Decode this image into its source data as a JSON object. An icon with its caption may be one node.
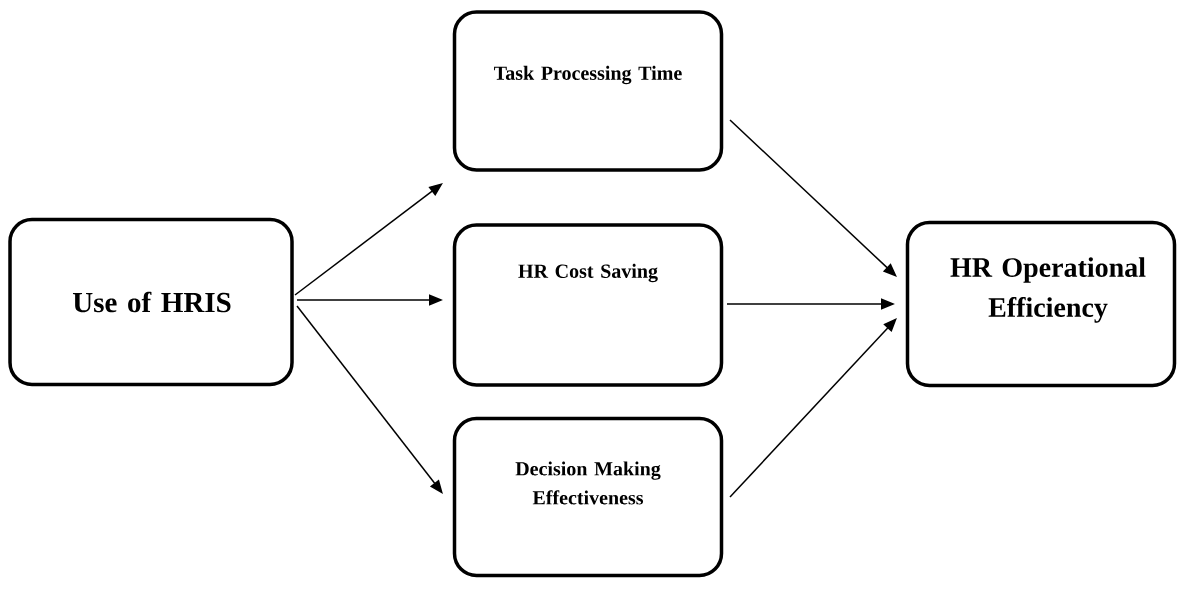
{
  "diagram": {
    "nodes": [
      {
        "text": [
          "Use of HRIS"
        ]
      },
      {
        "text": [
          "Task Processing Time"
        ]
      },
      {
        "text": [
          "HR Cost Saving"
        ]
      },
      {
        "text": [
          "Decision Making Effectiveness"
        ]
      },
      {
        "text": [
          "HR Operational Efficiency"
        ]
      }
    ],
    "edges": [
      {
        "from": 0,
        "to": 1,
        "arrow": "to"
      },
      {
        "from": 0,
        "to": 2,
        "arrow": "to"
      },
      {
        "from": 0,
        "to": 3,
        "arrow": "to"
      },
      {
        "from": 1,
        "to": 4,
        "arrow": "to"
      },
      {
        "from": 2,
        "to": 4,
        "arrow": "to"
      },
      {
        "from": 3,
        "to": 4,
        "arrow": "to"
      }
    ]
  }
}
